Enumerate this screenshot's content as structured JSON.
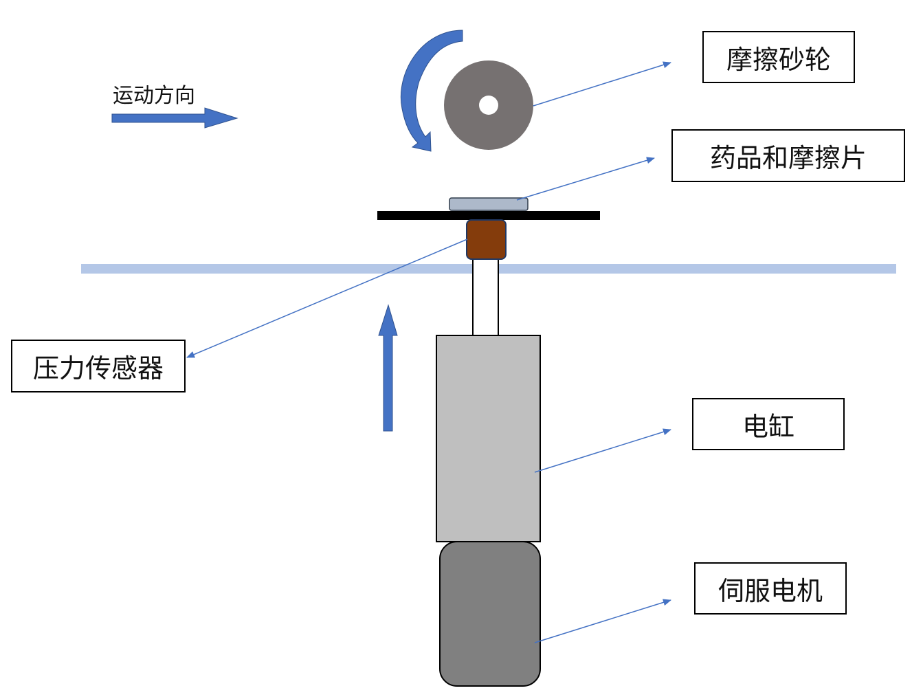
{
  "labels": {
    "motion_direction": "运动方向",
    "grinding_wheel": "摩擦砂轮",
    "drug_and_friction_plate": "药品和摩擦片",
    "pressure_sensor": "压力传感器",
    "electric_cylinder": "电缸",
    "servo_motor": "伺服电机"
  },
  "colors": {
    "arrow_blue": "#4472c4",
    "wheel": "#767171",
    "rail": "#b4c7e7",
    "platform": "#000000",
    "sensor": "#843c0c",
    "cylinder": "#bfbfbf",
    "motor": "#808080",
    "plate": "#adb9ca"
  }
}
